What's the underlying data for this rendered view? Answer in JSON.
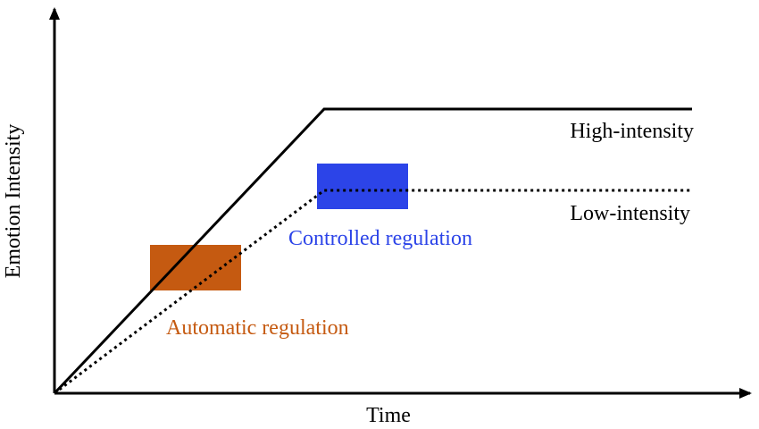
{
  "axes": {
    "x_label": "Time",
    "y_label": "Emotion Intensity"
  },
  "lines": {
    "high": {
      "label": "High-intensity",
      "style": "solid"
    },
    "low": {
      "label": "Low-intensity",
      "style": "dotted"
    }
  },
  "regions": {
    "automatic": {
      "label": "Automatic regulation",
      "color": "#c55a11"
    },
    "controlled": {
      "label": "Controlled regulation",
      "color": "#2c44e8"
    }
  },
  "colors": {
    "axis": "#000000",
    "automatic_text": "#c55a11",
    "controlled_text": "#2c44e8"
  }
}
